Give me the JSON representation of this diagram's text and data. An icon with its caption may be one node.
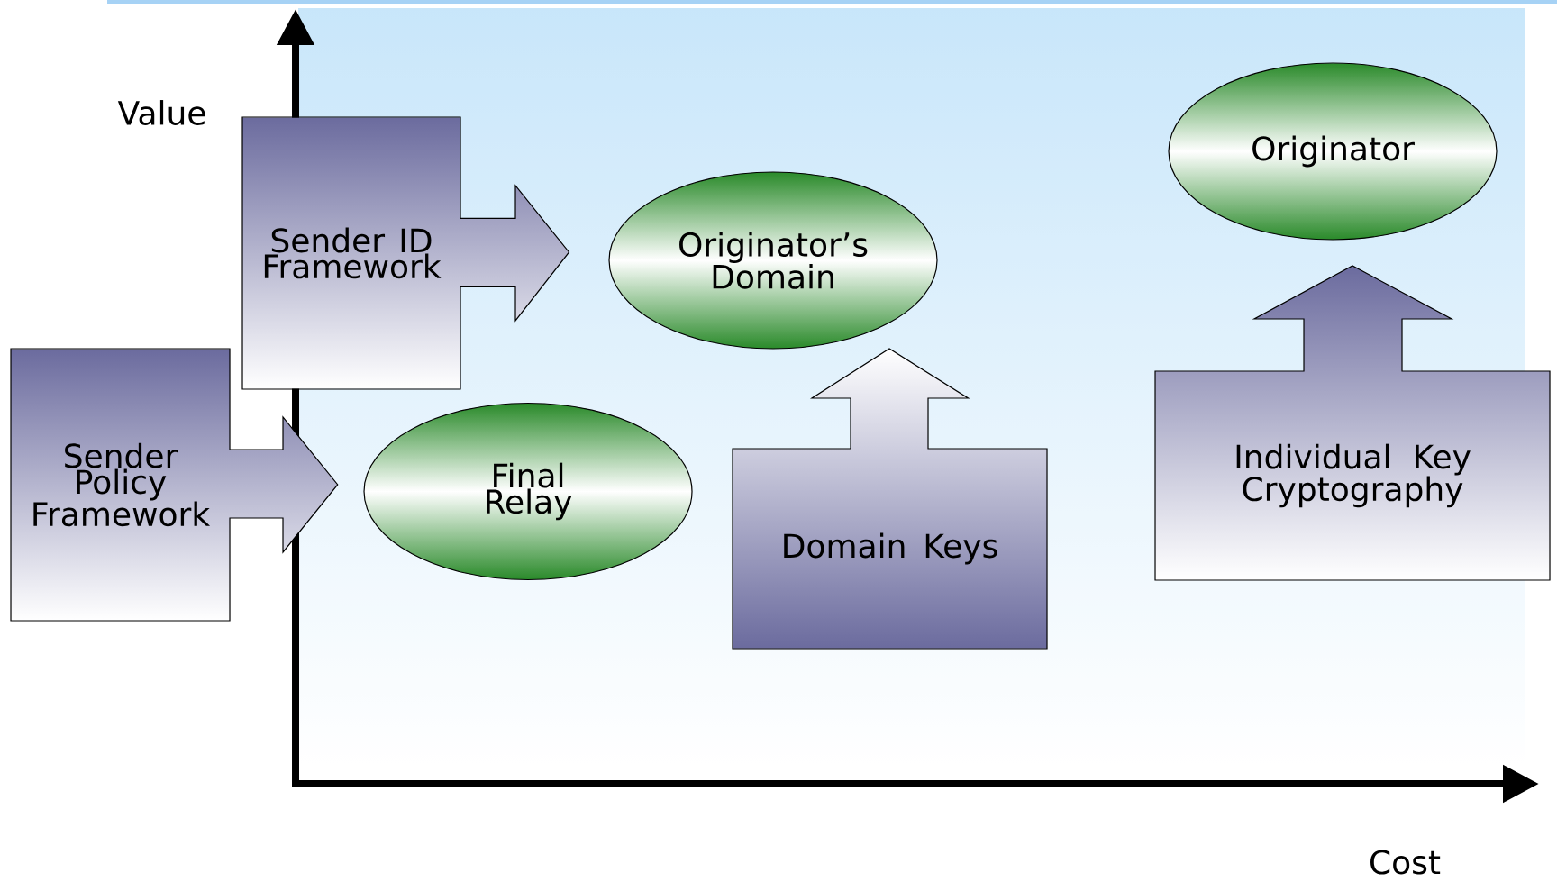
{
  "diagram": {
    "nodes": [
      {
        "text": [
          "Sender ID Framework"
        ]
      },
      {
        "text": [
          "Originator’s Domain"
        ]
      },
      {
        "text": [
          "Originator"
        ]
      },
      {
        "text": [
          "Sender Policy Framework"
        ]
      },
      {
        "text": [
          "Final Relay"
        ]
      },
      {
        "text": [
          "Domain Keys"
        ]
      },
      {
        "text": [
          "Individual Key Cryptography"
        ]
      }
    ],
    "labels": [
      "Value",
      "Cost"
    ]
  }
}
